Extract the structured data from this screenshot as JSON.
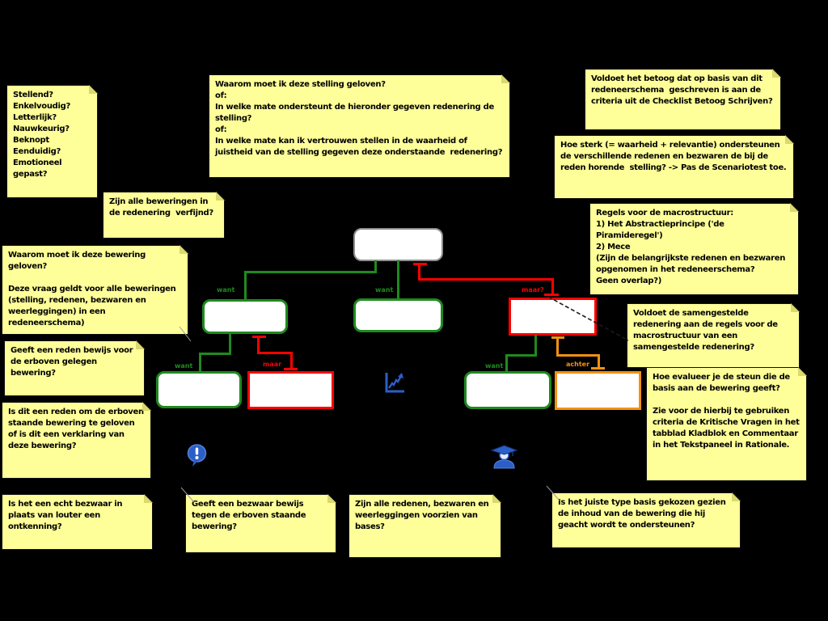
{
  "colors": {
    "background": "#000000",
    "note_fill": "#FFFF99",
    "note_fold": "#D9D96E",
    "edge_green": "#1F8A1F",
    "edge_red": "#FF0000",
    "edge_orange": "#F29111",
    "box_fill": "#FFFFFF",
    "top_box_border": "#8F8F8F",
    "icon_blue": "#2B5FC7"
  },
  "notes": {
    "stellend": {
      "text": "Stellend?\nEnkelvoudig?\nLetterlijk?\nNauwkeurig?\nBeknopt\nEenduidig?\nEmotioneel gepast?"
    },
    "waarom_stelling": {
      "text": "Waarom moet ik deze stelling geloven?\nof:\nIn welke mate ondersteunt de hieronder gegeven redenering de stelling?\nof:\nIn welke mate kan ik vertrouwen stellen in de waarheid of juistheid van de stelling gegeven deze onderstaande  redenering?"
    },
    "voldoet_betoog": {
      "text": "Voldoet het betoog dat op basis van dit redeneerschema  geschreven is aan de criteria uit de Checklist Betoog Schrijven?"
    },
    "hoe_sterk": {
      "text": "Hoe sterk (= waarheid + relevantie) ondersteunen de verschillende redenen en bezwaren de bij de reden horende  stelling? -> Pas de Scenariotest toe."
    },
    "regels_macrostructuur": {
      "text": "Regels voor de macrostructuur:\n1) Het Abstractieprincipe ('de Piramideregel')\n2) Mece\n(Zijn de belangrijkste redenen en bezwaren opgenomen in het redeneerschema?\nGeen overlap?)"
    },
    "verfijnd": {
      "text": "Zijn alle beweringen in de redenering  verfijnd?"
    },
    "waarom_bewering": {
      "text": "Waarom moet ik deze bewering geloven?\n\nDeze vraag geldt voor alle beweringen (stelling, redenen, bezwaren en weerleggingen) in een redeneerschema)"
    },
    "geeft_reden_bewijs": {
      "text": "Geeft een reden bewijs voor de erboven gelegen bewering?"
    },
    "is_dit_reden": {
      "text": "Is dit een reden om de erboven staande bewering te geloven of is dit een verklaring van deze bewering?"
    },
    "voldoet_samengestelde": {
      "text": "Voldoet de samengestelde redenering aan de regels voor de macrostructuur van een samengestelde redenering?"
    },
    "hoe_evalueer_steun": {
      "text": "Hoe evalueer je de steun die de basis aan de bewering geeft?\n\nZie voor de hierbij te gebruiken criteria de Kritische Vragen in het tabblad Kladblok en Commentaar in het Tekstpaneel in Rationale."
    },
    "echt_bezwaar": {
      "text": "Is het een echt bezwaar in plaats van louter een ontkenning?"
    },
    "geeft_bezwaar_bewijs": {
      "text": "Geeft een bezwaar bewijs tegen de erboven staande bewering?"
    },
    "bases_voorzien": {
      "text": "Zijn alle redenen, bezwaren en weerleggingen voorzien van bases?"
    },
    "juiste_type_basis": {
      "text": "Is het juiste type basis gekozen gezien de inhoud van de bewering die hij geacht wordt te ondersteunen?"
    }
  },
  "edge_labels": {
    "want_left": "want",
    "want_mid": "want",
    "maar_top": "maar?",
    "want_lower_left": "want",
    "maar_lower_left": "maar",
    "want_lower_right": "want",
    "achter_lower_right": "achter"
  },
  "icons": [
    {
      "name": "line-chart-icon"
    },
    {
      "name": "speech-exclamation-icon"
    },
    {
      "name": "graduate-icon"
    }
  ]
}
